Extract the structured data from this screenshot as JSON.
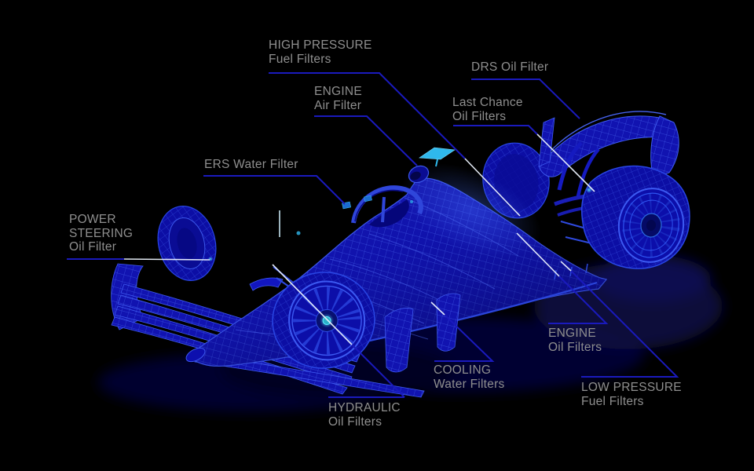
{
  "diagram": {
    "subject": "F1 car wireframe filter locations",
    "colors": {
      "background": "#000000",
      "label_text": "#8f8f8f",
      "leader_blue": "#1a1abd",
      "locator_white": "#edf4ff",
      "car_body_blue": "#1113b2",
      "car_mesh_blue": "#4b69f2",
      "accent_cyan": "#2fb8ec",
      "shadow_navy": "#070738"
    }
  },
  "labels": [
    {
      "id": "high-pressure-fuel-filters",
      "lines": [
        "HIGH PRESSURE",
        "Fuel Filters"
      ]
    },
    {
      "id": "engine-air-filter",
      "lines": [
        "ENGINE",
        "Air Filter"
      ]
    },
    {
      "id": "drs-oil-filter",
      "lines": [
        "DRS Oil Filter"
      ]
    },
    {
      "id": "last-chance-oil-filters",
      "lines": [
        "Last Chance",
        "Oil Filters"
      ]
    },
    {
      "id": "ers-water-filter",
      "lines": [
        "ERS Water Filter"
      ]
    },
    {
      "id": "power-steering-oil-filter",
      "lines": [
        "POWER",
        "STEERING",
        "Oil Filter"
      ]
    },
    {
      "id": "hydraulic-oil-filters",
      "lines": [
        "HYDRAULIC",
        "Oil Filters"
      ]
    },
    {
      "id": "cooling-water-filters",
      "lines": [
        "COOLING",
        "Water Filters"
      ]
    },
    {
      "id": "engine-oil-filters",
      "lines": [
        "ENGINE",
        "Oil Filters"
      ]
    },
    {
      "id": "low-pressure-fuel-filters",
      "lines": [
        "LOW PRESSURE",
        "Fuel Filters"
      ]
    }
  ]
}
